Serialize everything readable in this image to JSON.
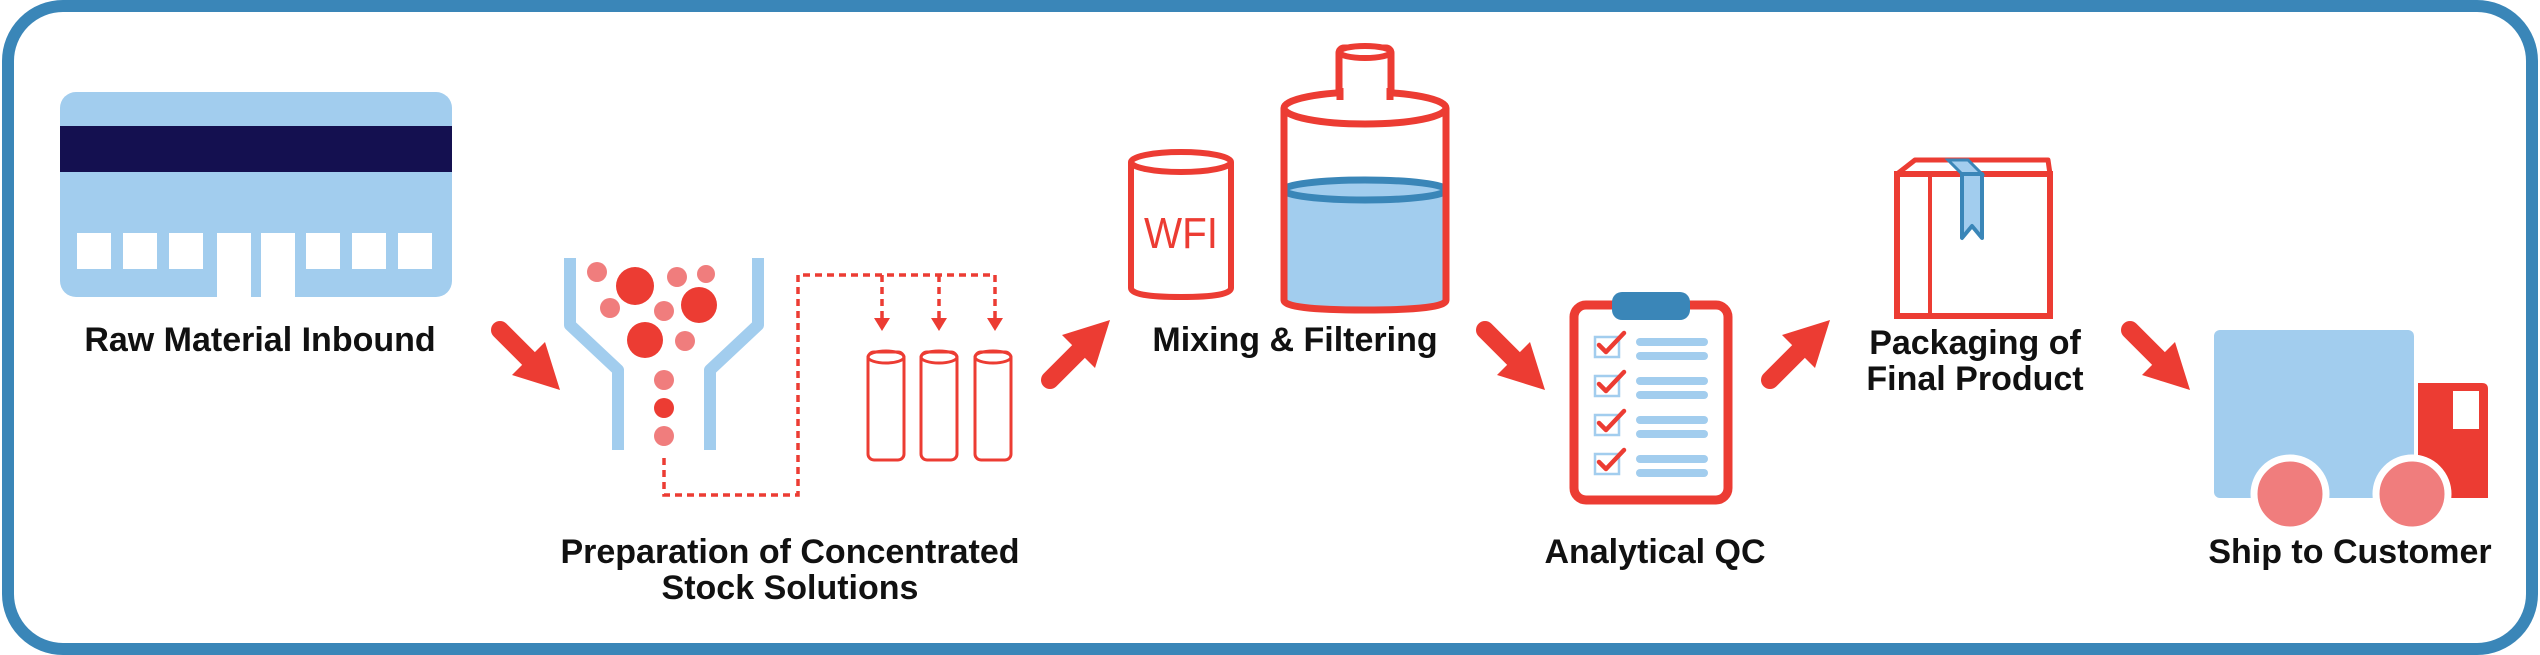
{
  "colors": {
    "frame": "#3a86b8",
    "light_blue": "#a2cdee",
    "dark_navy": "#141050",
    "red": "#ec3c33",
    "light_red": "#f07d7d",
    "text": "#111111"
  },
  "steps": [
    {
      "id": "raw",
      "icon": "building-icon",
      "lines": [
        "Raw Material Inbound"
      ]
    },
    {
      "id": "prep",
      "icon": "funnel-icon",
      "lines": [
        "Preparation of Concentrated",
        "Stock Solutions"
      ]
    },
    {
      "id": "mix",
      "icon": "mixing-tank-icon",
      "lines": [
        "Mixing & Filtering"
      ],
      "drum_label": "WFI"
    },
    {
      "id": "qc",
      "icon": "clipboard-icon",
      "lines": [
        "Analytical QC"
      ]
    },
    {
      "id": "pack",
      "icon": "box-icon",
      "lines": [
        "Packaging of",
        "Final Product"
      ]
    },
    {
      "id": "ship",
      "icon": "truck-icon",
      "lines": [
        "Ship to Customer"
      ]
    }
  ]
}
